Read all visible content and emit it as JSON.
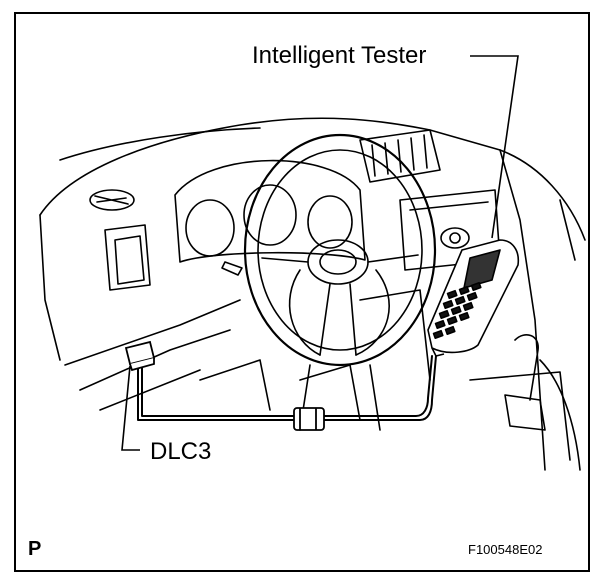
{
  "labels": {
    "tester": "Intelligent Tester",
    "dlc": "DLC3",
    "corner": "P",
    "figure_id": "F100548E02"
  },
  "icons": [
    "dashboard-illustration",
    "steering-wheel",
    "intelligent-tester-device",
    "dlc3-connector",
    "cable-coupler"
  ]
}
